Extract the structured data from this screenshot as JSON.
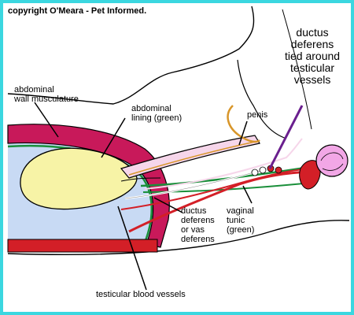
{
  "copyright": "copyright O'Meara - Pet Informed.",
  "labels": {
    "abdominal_wall": "abdominal\nwall musculature",
    "abdominal_lining": "abdominal\nlining (green)",
    "penis": "penis",
    "ductus_tied": "ductus\ndeferens\ntied around\ntesticular\nvessels",
    "ductus_deferens": "ductus\ndeferens\nor vas\ndeferens",
    "vaginal_tunic": "vaginal\ntunic\n(green)",
    "blood_vessels": "testicular blood vessels"
  },
  "colors": {
    "border": "#3bd7e0",
    "muscle": "#c8195a",
    "lining_green": "#1a8f3a",
    "bladder": "#f7f3a6",
    "abdomen_fill": "#c8daf4",
    "penis_fill": "#f6d6ea",
    "vessel_red": "#d31f27",
    "testicle": "#f2a7e6",
    "penis_duct": "#d8962a",
    "ligature": "#6a1f8e"
  }
}
